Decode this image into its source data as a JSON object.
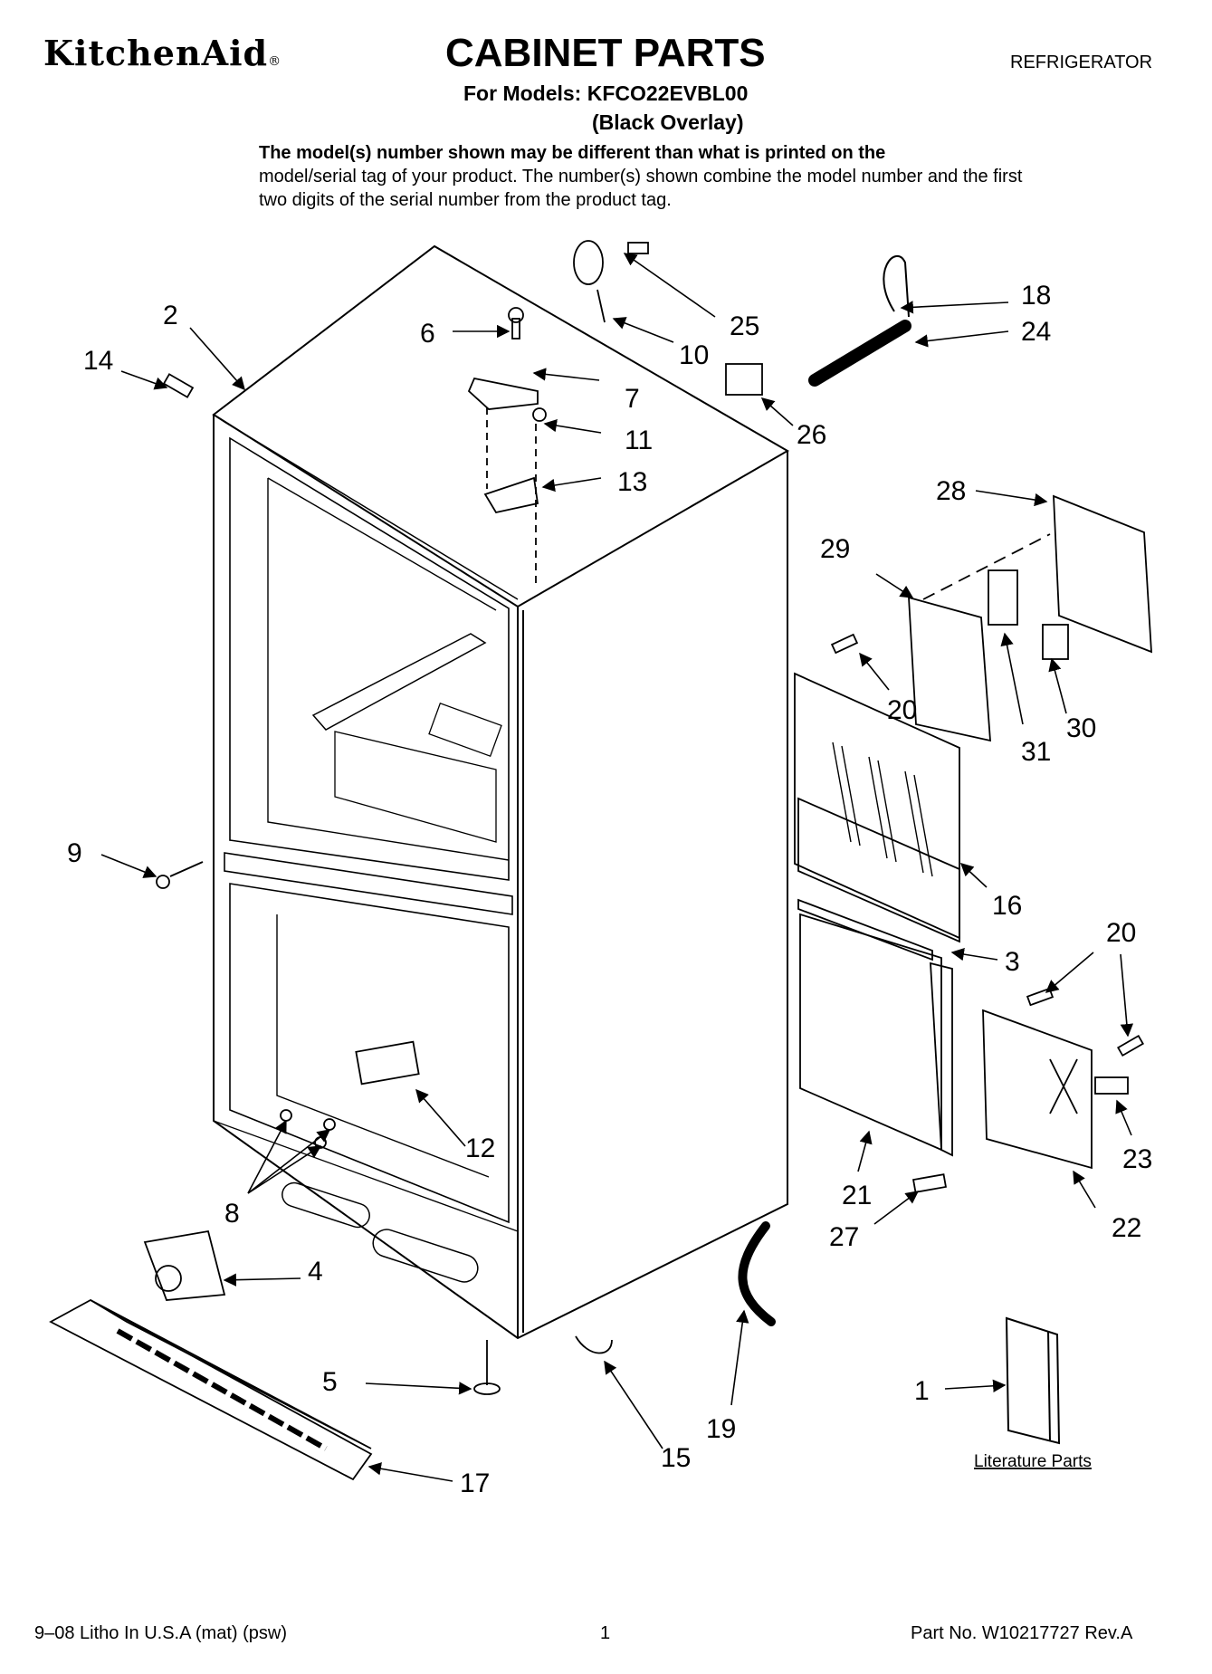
{
  "header": {
    "brand": "KitchenAid",
    "brand_mark": "®",
    "title": "CABINET PARTS",
    "product_type": "REFRIGERATOR",
    "models_line": "For Models: KFCO22EVBL00",
    "overlay_line": "(Black Overlay)",
    "disclaimer_bold": "The model(s) number shown may be different than what is printed on the",
    "disclaimer_rest": "model/serial tag of your product. The number(s) shown combine the model number and the first two digits of the serial number from the product tag."
  },
  "callouts": {
    "c1": "1",
    "c2": "2",
    "c3": "3",
    "c4": "4",
    "c5": "5",
    "c6": "6",
    "c7": "7",
    "c8": "8",
    "c9": "9",
    "c10": "10",
    "c11": "11",
    "c12": "12",
    "c13": "13",
    "c14": "14",
    "c15": "15",
    "c16": "16",
    "c17": "17",
    "c18": "18",
    "c19": "19",
    "c20a": "20",
    "c20b": "20",
    "c21": "21",
    "c22": "22",
    "c23": "23",
    "c24": "24",
    "c25": "25",
    "c26": "26",
    "c27": "27",
    "c28": "28",
    "c29": "29",
    "c30": "30",
    "c31": "31"
  },
  "literature_label": "Literature Parts",
  "footer": {
    "left": "9–08 Litho In U.S.A (mat) (psw)",
    "page": "1",
    "part_no": "Part No. W10217727 Rev.A"
  }
}
